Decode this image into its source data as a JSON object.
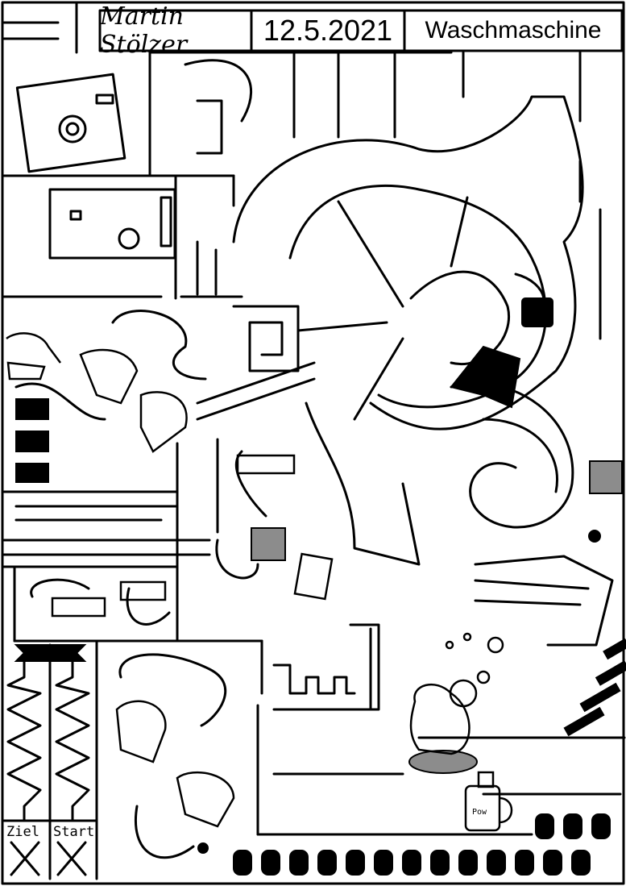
{
  "header": {
    "author": "Martin Stölzer",
    "date": "12.5.2021",
    "title": "Waschmaschine"
  },
  "labels": {
    "goal": "Ziel",
    "start": "Start",
    "powder": "Pow"
  },
  "colors": {
    "ink": "#000000",
    "paper": "#ffffff",
    "shade": "#8c8c8c"
  }
}
